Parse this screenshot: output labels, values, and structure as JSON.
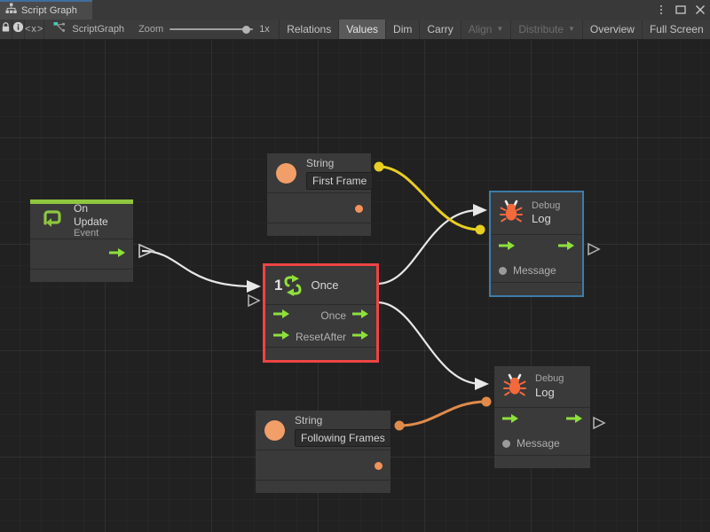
{
  "window": {
    "tab_label": "Script Graph",
    "tab_icon": "graph-hierarchy-icon",
    "controls": [
      {
        "name": "more-options-icon",
        "glyph": "kebab-menu"
      },
      {
        "name": "maximize-icon",
        "glyph": "square"
      },
      {
        "name": "close-icon",
        "glyph": "x"
      }
    ]
  },
  "toolbar": {
    "lock_icon": "lock-icon",
    "info_icon": "info-icon",
    "code_label": "<x>",
    "graph_icon": "script-graph-icon",
    "graph_name": "ScriptGraph",
    "zoom_label": "Zoom",
    "zoom_value": "1x",
    "zoom_percent": 100,
    "buttons": [
      {
        "label": "Relations",
        "state": "normal",
        "caret": false
      },
      {
        "label": "Values",
        "state": "active",
        "caret": false
      },
      {
        "label": "Dim",
        "state": "normal",
        "caret": false
      },
      {
        "label": "Carry",
        "state": "normal",
        "caret": false
      },
      {
        "label": "Align",
        "state": "disabled",
        "caret": true
      },
      {
        "label": "Distribute",
        "state": "disabled",
        "caret": true
      },
      {
        "label": "Overview",
        "state": "normal",
        "caret": false
      },
      {
        "label": "Full Screen",
        "state": "normal",
        "caret": false
      }
    ]
  },
  "graph": {
    "nodes": {
      "on_update": {
        "title": "On Update",
        "subtitle": "Event",
        "icon": "on-update-loop-icon",
        "accent_color": "#8ec63f",
        "output_flow_icon": "green-arrow-icon"
      },
      "string_first_frame": {
        "title": "String",
        "value": "First Frame",
        "icon": "orange-circle-icon",
        "output_dot_color": "#f0925a"
      },
      "string_following_frames": {
        "title": "String",
        "value": "Following Frames",
        "icon": "orange-circle-icon",
        "output_dot_color": "#f0925a"
      },
      "once": {
        "title": "Once",
        "badge": "1",
        "icon": "once-loop-icon",
        "selected": true,
        "selection_color": "#ef4444",
        "inputs": [
          {
            "label": "",
            "icon": "green-arrow-icon"
          },
          {
            "label": "Reset",
            "icon": "green-arrow-icon"
          }
        ],
        "outputs": [
          {
            "label": "Once",
            "icon": "green-arrow-icon"
          },
          {
            "label": "After",
            "icon": "green-arrow-icon"
          }
        ]
      },
      "debug_log_top": {
        "title": "Debug",
        "subtitle": "Log",
        "icon": "bug-icon",
        "selected": true,
        "selection_color": "#3d7ca8",
        "input_flow_icon": "green-arrow-icon",
        "output_flow_icon": "green-arrow-icon",
        "message_label": "Message",
        "message_dot_color": "#9a9a9a"
      },
      "debug_log_bottom": {
        "title": "Debug",
        "subtitle": "Log",
        "icon": "bug-icon",
        "selected": false,
        "input_flow_icon": "green-arrow-icon",
        "output_flow_icon": "green-arrow-icon",
        "message_label": "Message",
        "message_dot_color": "#9a9a9a"
      }
    },
    "edges": [
      {
        "name": "on-update-to-once",
        "type": "control-flow",
        "color": "#e8e8e8"
      },
      {
        "name": "once-out-to-debug-log-top",
        "type": "control-flow",
        "color": "#e8e8e8"
      },
      {
        "name": "after-out-to-debug-log-bottom",
        "type": "control-flow",
        "color": "#e8e8e8"
      },
      {
        "name": "string-first-frame-to-debug-log-top-message",
        "type": "data",
        "color": "#e8cf22"
      },
      {
        "name": "string-following-frames-to-debug-log-bottom-message",
        "type": "data",
        "color": "#e08b4a"
      }
    ]
  }
}
